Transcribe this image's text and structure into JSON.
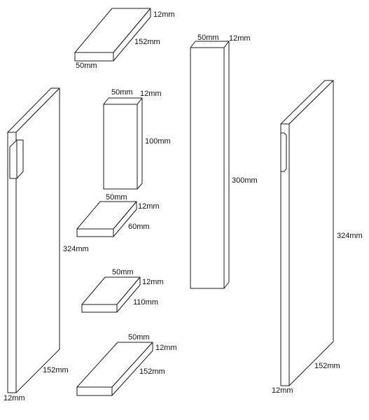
{
  "pieces": {
    "top_board": {
      "thickness": "12mm",
      "length": "152mm",
      "width": "50mm"
    },
    "block": {
      "width": "50mm",
      "thickness": "12mm",
      "height": "100mm"
    },
    "mid_board": {
      "width": "50mm",
      "thickness": "12mm",
      "length": "60mm"
    },
    "small_board": {
      "width": "50mm",
      "thickness": "12mm",
      "length": "110mm"
    },
    "bottom_board": {
      "width": "50mm",
      "thickness": "12mm",
      "length": "152mm"
    },
    "tall_post": {
      "width": "50mm",
      "thickness": "12mm",
      "height": "300mm"
    },
    "left_side_panel": {
      "height": "324mm",
      "depth": "152mm",
      "thickness": "12mm"
    },
    "right_side_panel": {
      "height": "324mm",
      "depth": "152mm",
      "thickness": "12mm"
    }
  }
}
